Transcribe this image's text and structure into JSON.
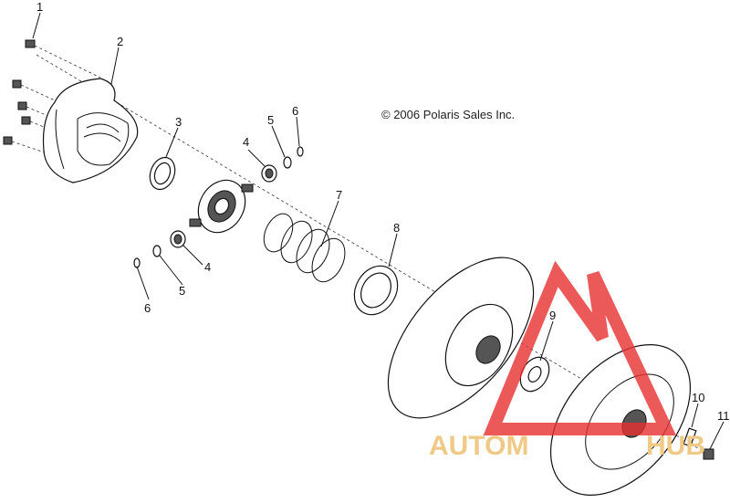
{
  "copyright": "© 2006 Polaris Sales Inc.",
  "watermark": {
    "left": "AUTOM",
    "right": "HUB",
    "color_text": "#f0c987",
    "color_logo": "#e63030"
  },
  "callouts": {
    "c1": "1",
    "c2": "2",
    "c3": "3",
    "c4a": "4",
    "c5a": "5",
    "c6a": "6",
    "c7": "7",
    "c8": "8",
    "c4b": "4",
    "c5b": "5",
    "c6b": "6",
    "c9": "9",
    "c10": "10",
    "c11": "11"
  }
}
